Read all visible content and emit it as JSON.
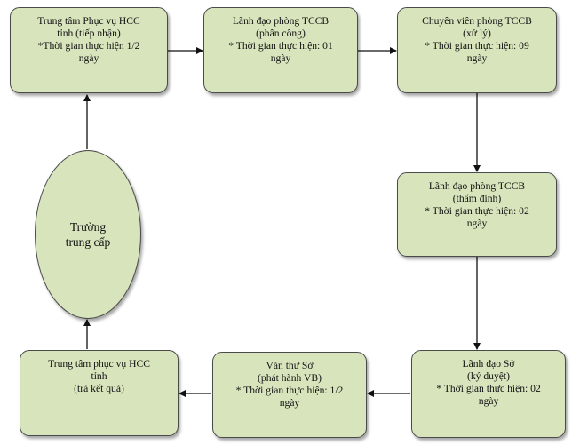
{
  "nodes": {
    "trung_tam_tiep_nhan": {
      "line1": "Trung tâm Phục vụ HCC",
      "line2": "tỉnh (tiếp nhận)",
      "line3": "*Thời gian thực hiện  1/2",
      "line4": "ngày"
    },
    "lanh_dao_phong_phan_cong": {
      "line1": "Lãnh đạo phòng TCCB",
      "line2": "(phân công)",
      "line3": "* Thời gian thực hiện: 01",
      "line4": "ngày"
    },
    "chuyen_vien_xu_ly": {
      "line1": "Chuyên viên phòng TCCB",
      "line2": "(xử lý)",
      "line3": "* Thời gian thực hiện: 09",
      "line4": "ngày"
    },
    "lanh_dao_phong_tham_dinh": {
      "line1": "Lãnh đạo phòng TCCB",
      "line2": "(thẩm định)",
      "line3": "* Thời gian thực hiện: 02",
      "line4": "ngày"
    },
    "lanh_dao_so": {
      "line1": "Lãnh đạo Sở",
      "line2": "(ký duyệt)",
      "line3": "* Thời gian thực hiện: 02",
      "line4": "ngày"
    },
    "van_thu_so": {
      "line1": "Văn thư Sở",
      "line2": "(phát hành VB)",
      "line3": "* Thời gian thực hiện: 1/2",
      "line4": "ngày"
    },
    "trung_tam_tra_ket_qua": {
      "line1": "Trung tâm phục vụ HCC",
      "line2": "tỉnh",
      "line3": "(trả kết quả)"
    },
    "truong_trung_cap": {
      "line1": "Trường",
      "line2": "trung cấp"
    }
  },
  "colors": {
    "box_fill": "#d8e4bc",
    "box_border": "#4a4a4a",
    "arrow": "#111111"
  }
}
